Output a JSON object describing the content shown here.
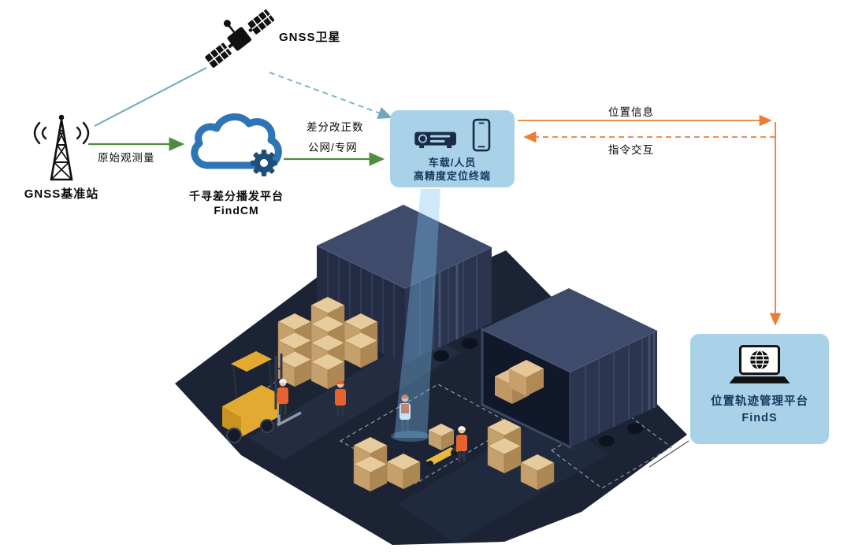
{
  "diagram": {
    "satellite_label": "GNSS卫星",
    "base_station_label": "GNSS基准站",
    "cloud_label_line1": "千寻差分播发平台",
    "cloud_label_line2": "FindCM",
    "edge_raw_observation": "原始观测量",
    "edge_correction_line1": "差分改正数",
    "edge_correction_line2": "公网/专网",
    "edge_location_info": "位置信息",
    "edge_command": "指令交互",
    "terminal_line1": "车载/人员",
    "terminal_line2": "高精度定位终端",
    "platform_line1": "位置轨迹管理平台",
    "platform_line2": "FindS"
  },
  "colors": {
    "arrow_green": "#4e8c3f",
    "arrow_orange": "#ed7d31",
    "link_teal": "#6fa8bb",
    "node_box_fill": "#a9d2e8",
    "node_text_navy": "#17375e",
    "cloud_blue": "#2e75b6",
    "gear_blue": "#1f4e79",
    "ground_navy": "#1b2334",
    "container_navy": "#2b3550",
    "box_tan": "#e6cb9d",
    "forklift_yellow": "#e2aa31",
    "worker_orange": "#e8622d",
    "beam_blue": "#7dc3f0"
  }
}
